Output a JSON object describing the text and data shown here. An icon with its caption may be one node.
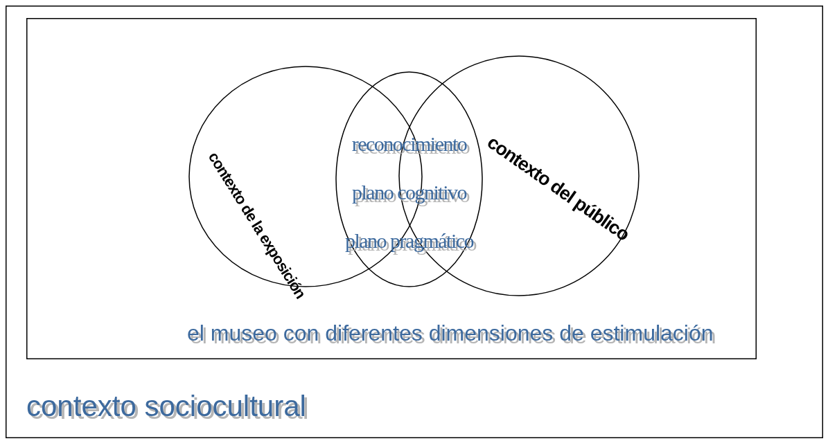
{
  "diagram": {
    "nodes": [
      {
        "text": [
          "contexto sociocultural"
        ]
      },
      {
        "text": [
          "el museo con diferentes dimensiones de estimulación"
        ],
        "in": 0
      },
      {
        "text": [
          "contexto de la exposición"
        ],
        "in": 1
      },
      {
        "text": [
          "contexto del público"
        ],
        "in": 1
      },
      {
        "text": [
          "reconocimiento",
          "plano cognitivo",
          "plano pragmático"
        ],
        "in": 1
      }
    ]
  }
}
